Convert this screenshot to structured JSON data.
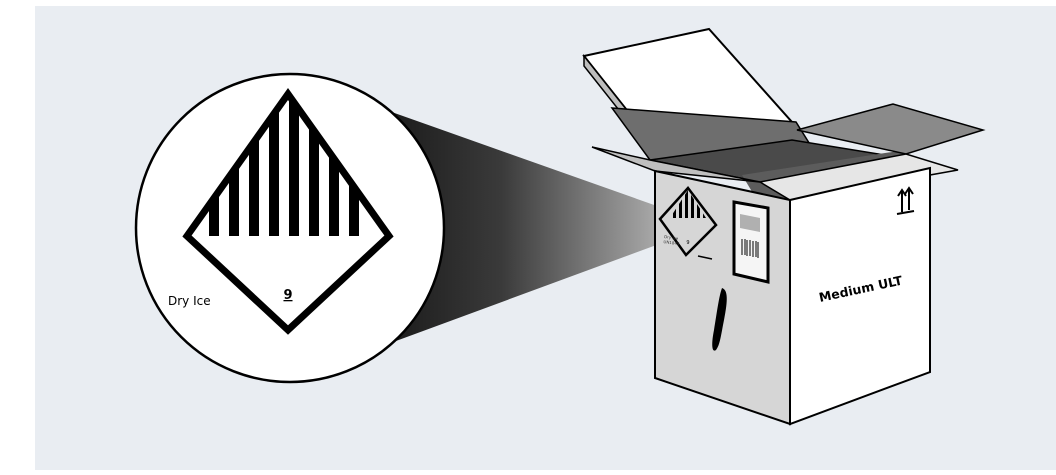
{
  "colors": {
    "panel_background": "#e9edf2",
    "box_face_left": "#d6d6d6",
    "box_face_right": "#ffffff",
    "box_interior": "#4f4f4f",
    "outline": "#000000",
    "zoom_beam_dark": "#000000",
    "zoom_beam_light": "#9a9a9a"
  },
  "icons": {
    "dry_ice_hazard_label": "class-9-hazard-diamond",
    "orientation_arrows": "this-way-up-arrows",
    "shipping_label": "barcode-label",
    "handle": "strap-handle"
  },
  "magnified_label": {
    "product_text": "Dry Ice",
    "hazard_class": "9"
  },
  "box": {
    "model_label": "Medium ULT",
    "small_label_text": "Dry Ice\nUN1845"
  }
}
